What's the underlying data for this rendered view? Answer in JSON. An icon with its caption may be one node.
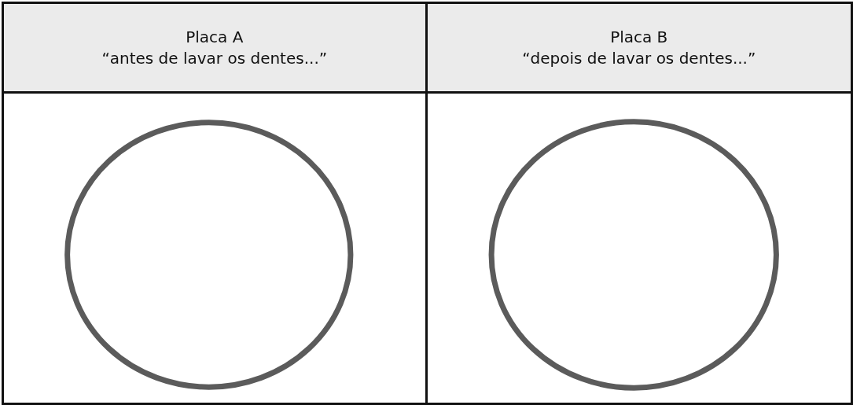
{
  "diagram": {
    "nodes": [
      {
        "text": [],
        "shape": "circle"
      },
      {
        "text": [],
        "shape": "circle"
      }
    ],
    "labels": [
      "Placa A",
      "“antes de lavar os dentes...”",
      "Placa B",
      "“depois de lavar os dentes...”"
    ]
  }
}
